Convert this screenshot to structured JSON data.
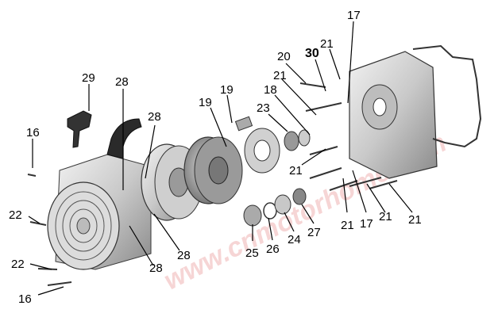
{
  "watermark": "www.cnmotorhome.com",
  "colors": {
    "metal_light": "#e6e6e6",
    "metal_mid": "#b8b8b8",
    "metal_dark": "#6a6a6a",
    "outline": "#3a3a3a"
  },
  "callouts": {
    "c16a": "16",
    "c16b": "16",
    "c22a": "22",
    "c22b": "22",
    "c29": "29",
    "c28a": "28",
    "c28b": "28",
    "c28c": "28",
    "c28d": "28",
    "c19a": "19",
    "c19b": "19",
    "c18": "18",
    "c23": "23",
    "c20": "20",
    "c30": "30",
    "c21a": "21",
    "c21b": "21",
    "c21c": "21",
    "c21d": "21",
    "c21e": "21",
    "c21f": "21",
    "c17a": "17",
    "c17b": "17",
    "c25": "25",
    "c26": "26",
    "c24": "24",
    "c27": "27"
  }
}
